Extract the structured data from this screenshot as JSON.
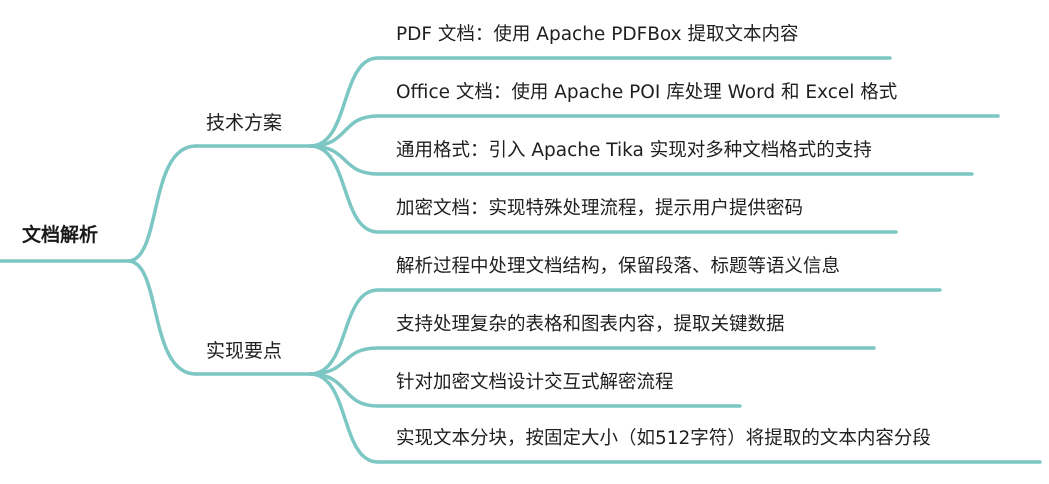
{
  "root": {
    "label": "文档解析"
  },
  "branches": [
    {
      "label": "技术方案",
      "children": [
        "PDF 文档：使用 Apache PDFBox 提取文本内容",
        "Office 文档：使用 Apache POI 库处理 Word 和 Excel 格式",
        "通用格式：引入 Apache Tika 实现对多种文档格式的支持",
        "加密文档：实现特殊处理流程，提示用户提供密码"
      ]
    },
    {
      "label": "实现要点",
      "children": [
        "解析过程中处理文档结构，保留段落、标题等语义信息",
        "支持处理复杂的表格和图表内容，提取关键数据",
        "针对加密文档设计交互式解密流程",
        "实现文本分块，按固定大小（如512字符）将提取的文本内容分段"
      ]
    }
  ],
  "colors": {
    "connector": "#7cc6c4"
  }
}
